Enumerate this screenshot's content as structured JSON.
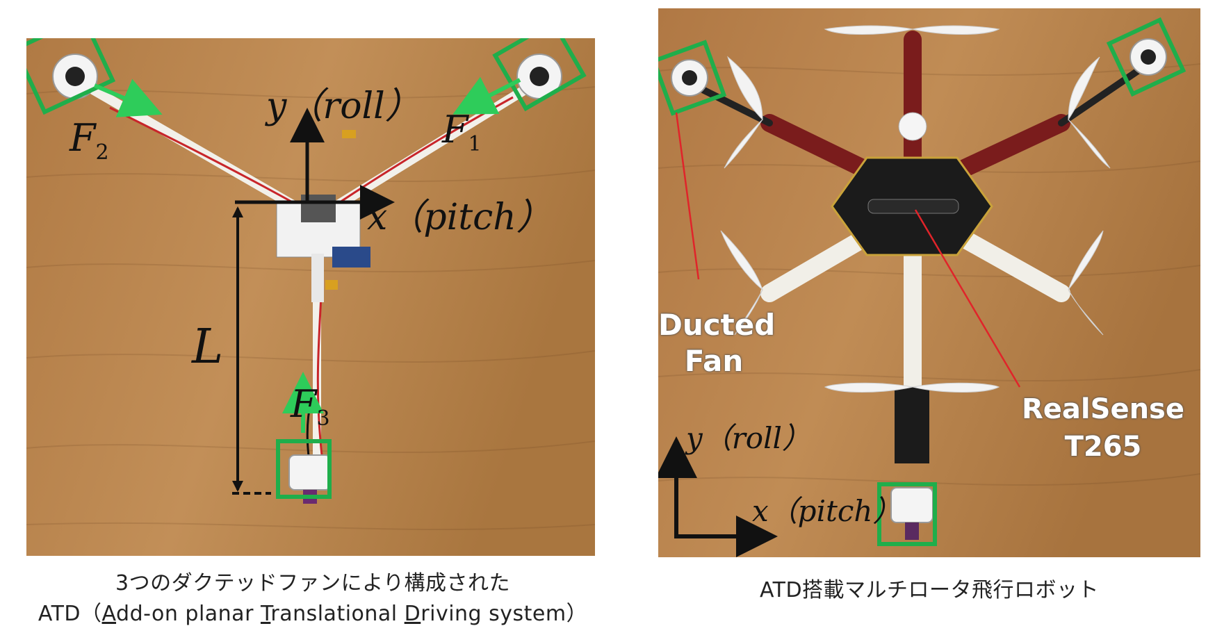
{
  "left_panel": {
    "labels": {
      "y_axis": "y（roll）",
      "x_axis": "x（pitch）",
      "f1": "F",
      "f1_sub": "1",
      "f2": "F",
      "f2_sub": "2",
      "f3": "F",
      "f3_sub": "3",
      "length": "L"
    },
    "caption": {
      "line1": "3つのダクテッドファンにより構成された",
      "line2_prefix": "ATD（",
      "a_letter": "A",
      "a_rest": "dd-on planar ",
      "t_letter": "T",
      "t_rest": "ranslational ",
      "d_letter": "D",
      "d_rest": "riving system）"
    }
  },
  "right_panel": {
    "labels": {
      "y_axis": "y（roll）",
      "x_axis": "x（pitch）",
      "ducted_fan_1": "Ducted",
      "ducted_fan_2": "Fan",
      "realsense_1": "RealSense",
      "realsense_2": "T265"
    },
    "caption": "ATD搭載マルチロータ飛行ロボット"
  },
  "colors": {
    "wood": "#b8864f",
    "wood_dark": "#9c6e3c",
    "box_green": "#1fae4b",
    "arrow_green": "#2ecc5a",
    "frame_red": "#7a1c1c",
    "frame_white": "#f1efe8",
    "board_black": "#1b1b1b",
    "pointer_red": "#e0242a"
  }
}
